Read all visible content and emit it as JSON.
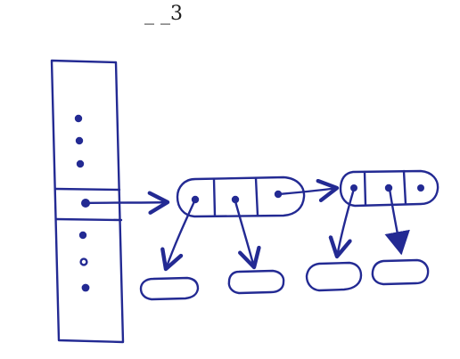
{
  "header": {
    "scribble_text": "_ _3"
  },
  "colors": {
    "ink": "#232a93",
    "background": "#ffffff"
  },
  "diagram": {
    "array_column": {
      "top_slots": 3,
      "highlighted_row": 1,
      "bottom_slots": 3
    },
    "nodes": [
      {
        "name": "node-a",
        "cells": 3,
        "children": 2
      },
      {
        "name": "node-b",
        "cells": 3,
        "children": 2
      }
    ],
    "leaf_count": 4
  }
}
